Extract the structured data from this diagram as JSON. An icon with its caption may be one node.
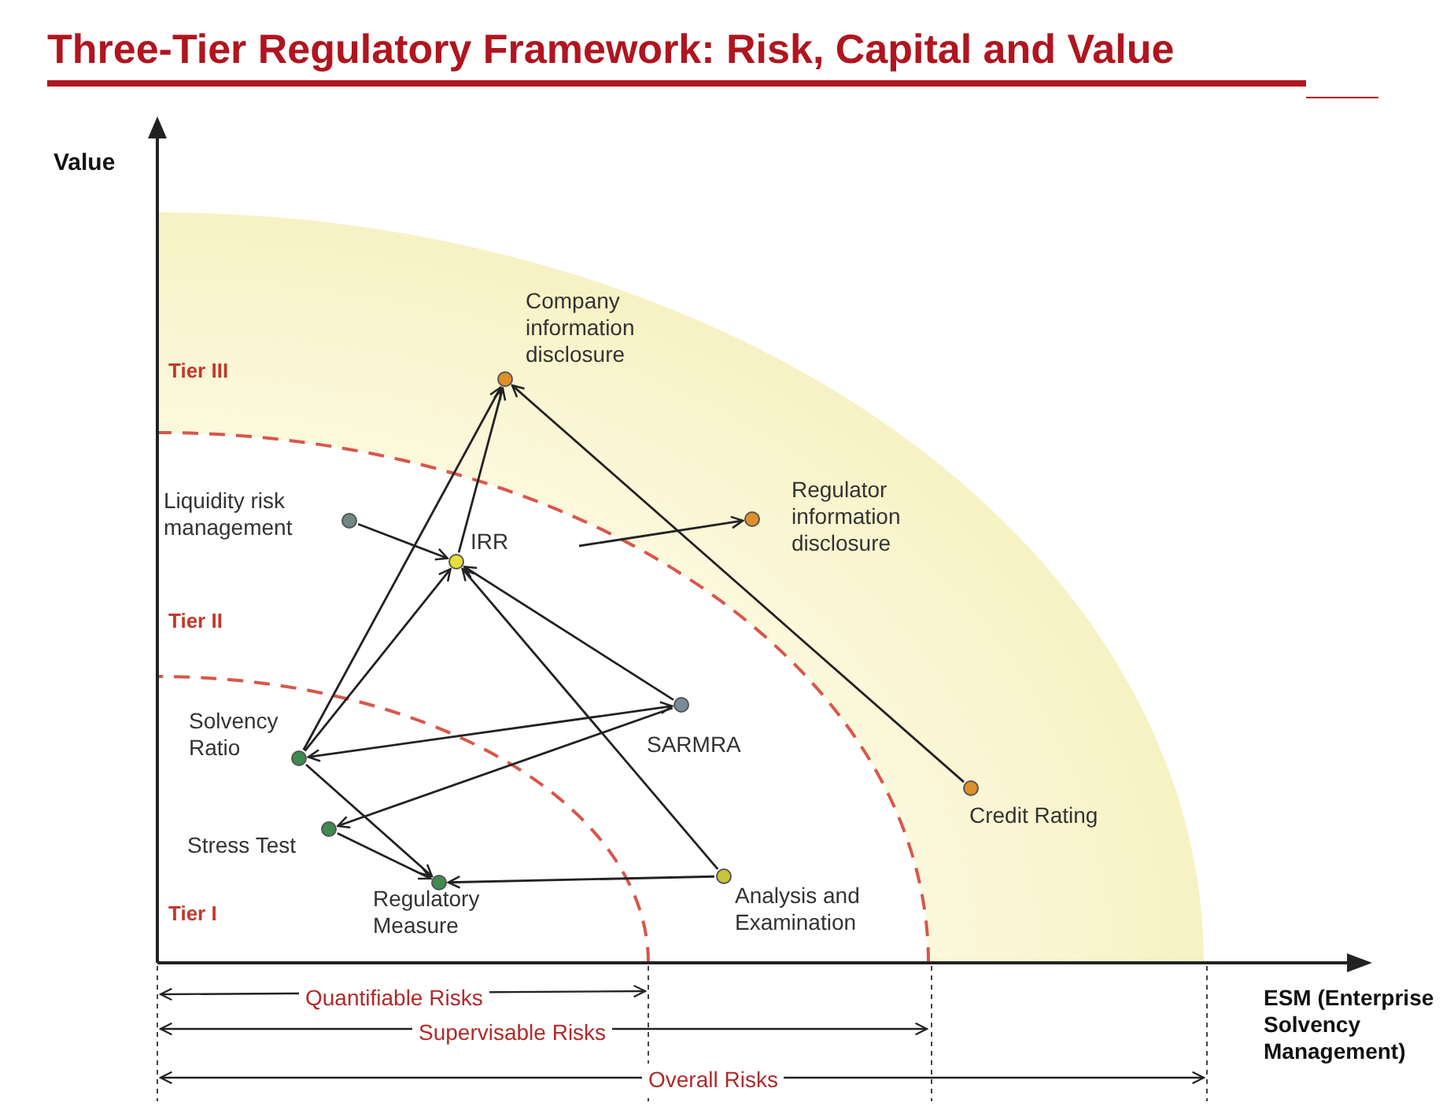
{
  "diagram": {
    "title": "Three-Tier Regulatory Framework: Risk, Capital and Value",
    "nodes": [
      {
        "text": [],
        "shape": "circle",
        "beside": [
          "Company information disclosure"
        ]
      },
      {
        "text": [],
        "shape": "circle",
        "beside": [
          "Liquidity risk management"
        ]
      },
      {
        "text": [],
        "shape": "circle",
        "beside": [
          "IRR"
        ]
      },
      {
        "text": [],
        "shape": "circle",
        "beside": [
          "Regulator information disclosure"
        ]
      },
      {
        "text": [],
        "shape": "circle",
        "beside": [
          "Solvency Ratio"
        ]
      },
      {
        "text": [],
        "shape": "circle",
        "beside": [
          "SARMRA"
        ]
      },
      {
        "text": [],
        "shape": "circle",
        "beside": [
          "Stress Test"
        ]
      },
      {
        "text": [],
        "shape": "circle",
        "beside": [
          "Regulatory Measure"
        ]
      },
      {
        "text": [],
        "shape": "circle",
        "beside": [
          "Analysis and Examination"
        ]
      },
      {
        "text": [],
        "shape": "circle",
        "beside": [
          "Credit Rating"
        ]
      }
    ],
    "edges": [
      {
        "from": 1,
        "to": 2,
        "arrow": "to"
      },
      {
        "from": 4,
        "to": 0,
        "arrow": "to"
      },
      {
        "from": 2,
        "to": 0,
        "arrow": "to"
      },
      {
        "from": 4,
        "to": 2,
        "arrow": "to"
      },
      {
        "from": 4,
        "to": 5,
        "arrow": "both"
      },
      {
        "from": 5,
        "to": 6,
        "arrow": "to"
      },
      {
        "from": 5,
        "to": 2,
        "arrow": "to"
      },
      {
        "from": 8,
        "to": 2,
        "arrow": "to"
      },
      {
        "from": 4,
        "to": 7,
        "arrow": "to"
      },
      {
        "from": 6,
        "to": 7,
        "arrow": "to"
      },
      {
        "from": 8,
        "to": 7,
        "arrow": "to"
      },
      {
        "from": 9,
        "to": 0,
        "arrow": "to"
      },
      {
        "from": null,
        "to": 3,
        "arrow": "to"
      }
    ],
    "labels": [
      "Value",
      "Tier III",
      "Tier II",
      "Tier I",
      "Quantifiable Risks",
      "Supervisable Risks",
      "Overall Risks",
      "ESM (Enterprise Solvency Management)"
    ]
  }
}
